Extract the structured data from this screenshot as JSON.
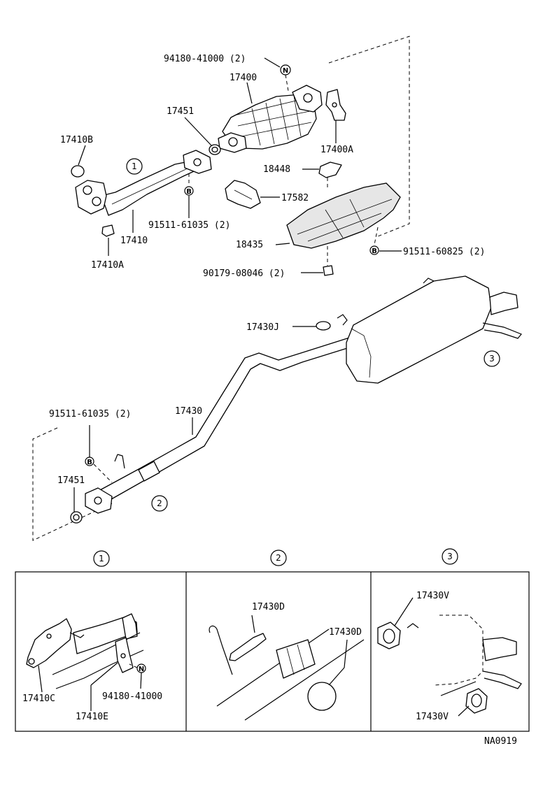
{
  "labels": {
    "nut_top": "94180-41000 (2)",
    "converter": "17400",
    "gasket_top": "17451",
    "bracket": "17400A",
    "gasket_17410b": "17410B",
    "clamp": "18448",
    "insulator": "17582",
    "bolt_front": "91511-61035 (2)",
    "front_pipe": "17410",
    "nut_17410a": "17410A",
    "heat_shield": "18435",
    "bolt_shield": "91511-60825 (2)",
    "nut_shield": "90179-08046 (2)",
    "gasket_17430j": "17430J",
    "tail_pipe": "17430",
    "bolt_tail": "91511-61035 (2)",
    "gasket_lower": "17451",
    "detail1_bracket": "17410C",
    "detail1_bracket2": "17410E",
    "detail1_nut": "94180-41000",
    "detail2_hanger": "17430D",
    "detail2_ring": "17430D",
    "detail3_mount_top": "17430V",
    "detail3_mount_bottom": "17430V",
    "code": "NA0919"
  },
  "callouts": {
    "one": "1",
    "two": "2",
    "three": "3",
    "n": "N",
    "b": "B"
  }
}
